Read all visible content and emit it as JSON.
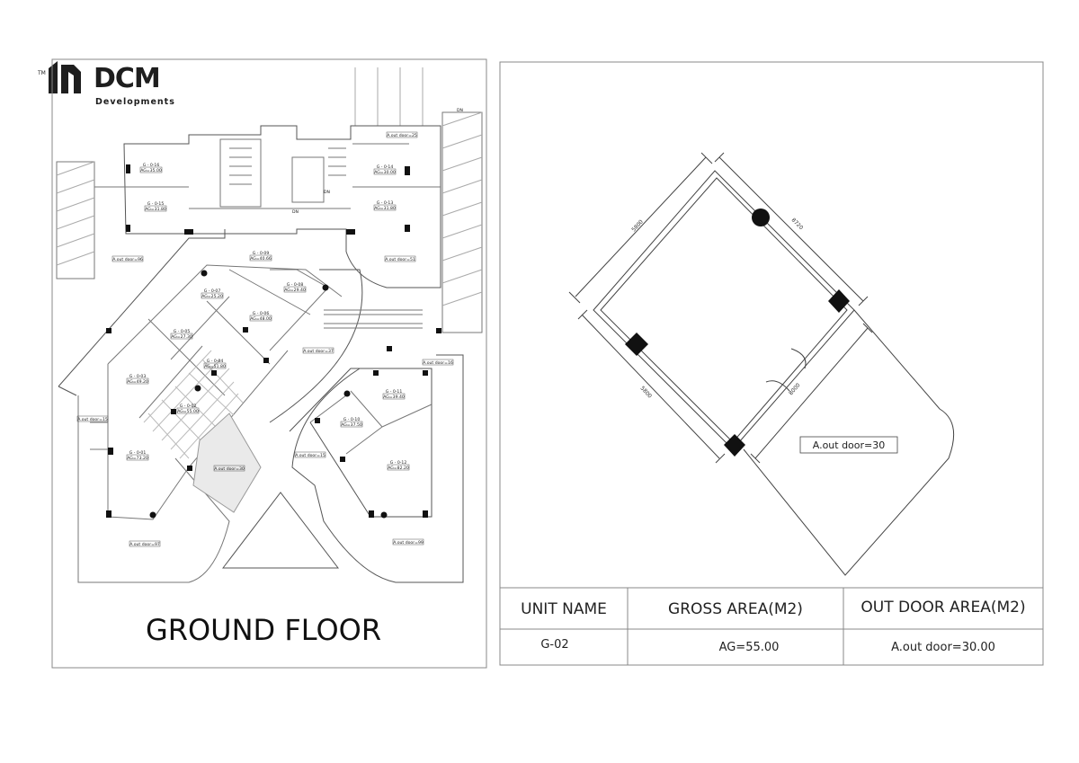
{
  "brand": {
    "trademark": "TM",
    "name": "DCM",
    "tagline": "Developments"
  },
  "floor_title": "GROUND FLOOR",
  "plan_labels": {
    "units": [
      {
        "code": "G - 0-16",
        "area": "AG=35.00"
      },
      {
        "code": "G - 0-15",
        "area": "AG=31.80"
      },
      {
        "code": "G - 0-14",
        "area": "AG=30.00"
      },
      {
        "code": "G - 0-13",
        "area": "AG=31.80"
      },
      {
        "code": "G - 0-09",
        "area": "AG=40.66"
      },
      {
        "code": "G - 0-07",
        "area": "AG=25.20"
      },
      {
        "code": "G - 0-08",
        "area": "AG=29.40"
      },
      {
        "code": "G - 0-06",
        "area": "AG=48.00"
      },
      {
        "code": "G - 0-05",
        "area": "AG=27.30"
      },
      {
        "code": "G - 0-04",
        "area": "AG=51.80"
      },
      {
        "code": "G - 0-03",
        "area": "AG=49.20"
      },
      {
        "code": "G - 0-02",
        "area": "AG=55.00"
      },
      {
        "code": "G - 0-01",
        "area": "AG=73.20"
      },
      {
        "code": "G - 0-11",
        "area": "AG=39.40"
      },
      {
        "code": "G - 0-10",
        "area": "AG=37.50"
      },
      {
        "code": "G - 0-12",
        "area": "AG=82.20"
      }
    ],
    "outdoors": [
      "A.out door=25",
      "A.out door=96",
      "A.out door=51",
      "A.out door=37",
      "A.out door=16",
      "A.out door=15",
      "A.out door=15",
      "A.out door=30",
      "A.out door=97",
      "A.out door=99"
    ],
    "misc": [
      "DN",
      "DN",
      "DN"
    ]
  },
  "unit_detail": {
    "dimensions": [
      "5800",
      "8720",
      "5800",
      "8000"
    ],
    "outdoor_label": "A.out door=30"
  },
  "table": {
    "headers": [
      "UNIT NAME",
      "GROSS AREA(M2)",
      "OUT DOOR AREA(M2)"
    ],
    "row": [
      "G-02",
      "AG=55.00",
      "A.out door=30.00"
    ]
  },
  "colors": {
    "line": "#444444",
    "frame": "#888888",
    "column": "#111111",
    "tile_shade": "#dddddd"
  }
}
